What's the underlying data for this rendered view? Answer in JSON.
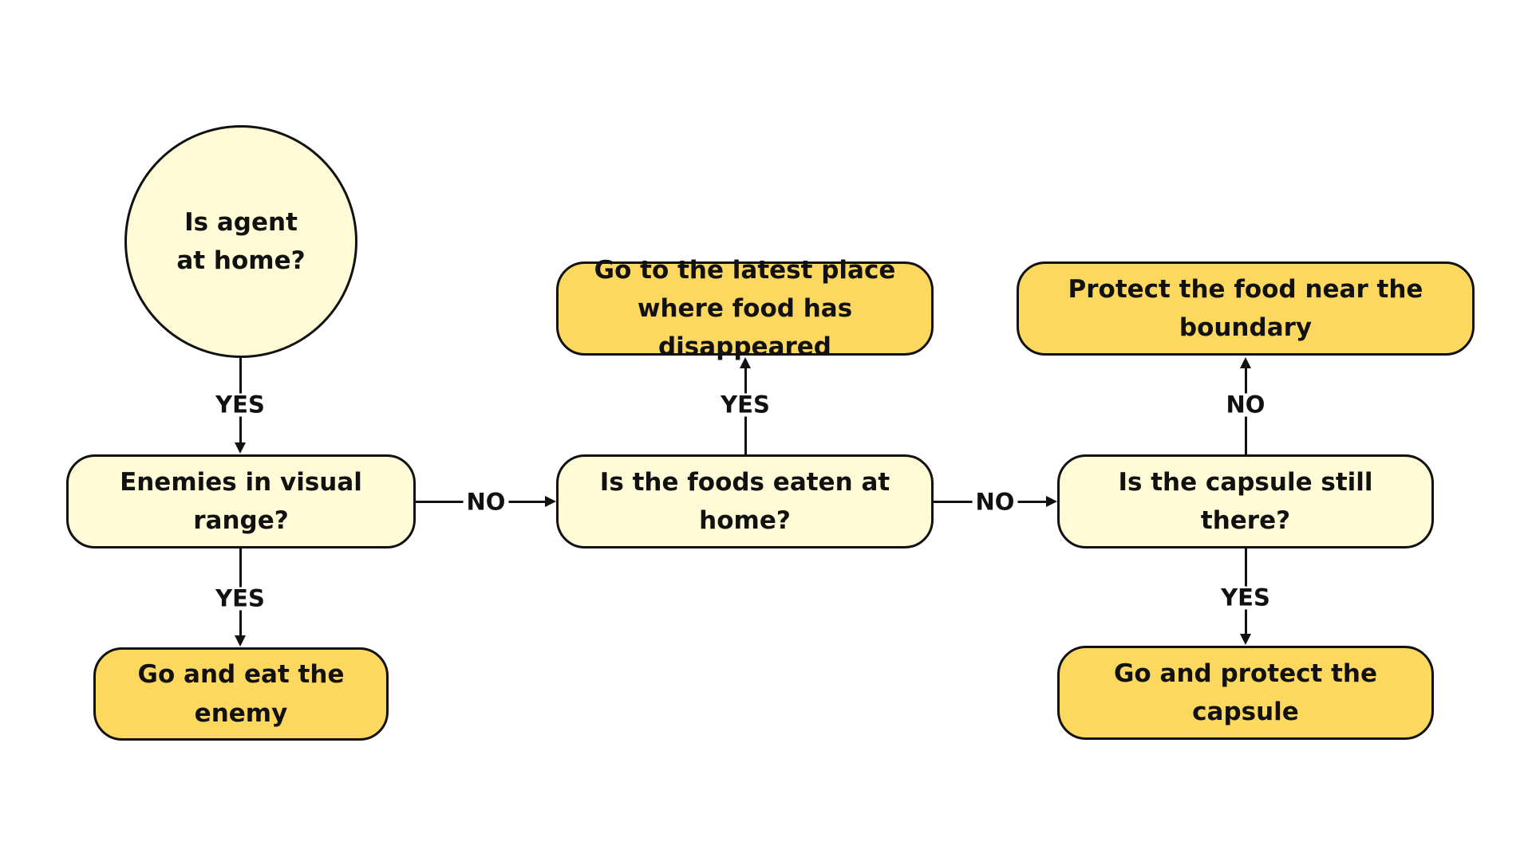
{
  "nodes": {
    "start": "Is agent at home?",
    "enemies": "Enemies in visual range?",
    "eat_enemy": "Go and eat the enemy",
    "foods_eaten": "Is the foods eaten at home?",
    "latest_place": "Go to the latest place where food has disappeared",
    "capsule": "Is the capsule still there?",
    "protect_food": "Protect the food near the boundary",
    "protect_capsule": "Go and protect the capsule"
  },
  "edges": {
    "start_to_enemies": "YES",
    "enemies_to_eat": "YES",
    "enemies_to_foods": "NO",
    "foods_to_latest": "YES",
    "foods_to_capsule": "NO",
    "capsule_to_protect_food": "NO",
    "capsule_to_protect_capsule": "YES"
  },
  "colors": {
    "decision_fill": "#fefbd6",
    "action_fill": "#fdd85f",
    "stroke": "#111111"
  }
}
